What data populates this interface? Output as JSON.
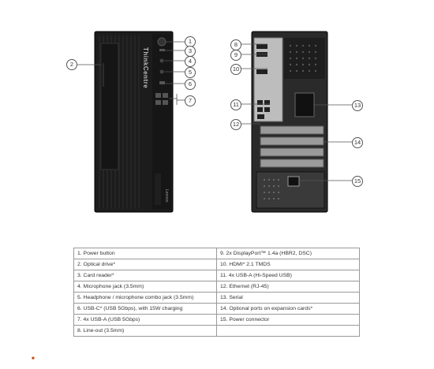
{
  "diagram": {
    "brand_front": "ThinkCentre",
    "brand_logo": "Lenovo",
    "callouts": [
      "1",
      "2",
      "3",
      "4",
      "5",
      "6",
      "7",
      "8",
      "9",
      "10",
      "11",
      "12",
      "13",
      "14",
      "15"
    ]
  },
  "specs_table": {
    "rows": [
      [
        "1.  Power button",
        "9.  2x DisplayPort™ 1.4a (HBR2, DSC)"
      ],
      [
        "2.  Optical drive*",
        "10. HDMI* 2.1 TMDS"
      ],
      [
        "3.  Card reader*",
        "11.  4x USB-A (Hi-Speed USB)"
      ],
      [
        "4.  Microphone jack (3.5mm)",
        "12. Ethernet (RJ-45)"
      ],
      [
        "5.  Headphone / microphone combo jack (3.5mm)",
        "13. Serial"
      ],
      [
        "6.  USB-C* (USB 5Gbps), with 15W charging",
        "14. Optional ports on expansion cards*"
      ],
      [
        "7.  4x USB-A (USB 5Gbps)",
        "15. Power connector"
      ],
      [
        "8.  Line-out (3.5mm)",
        ""
      ]
    ]
  },
  "footnote_mark": "■"
}
